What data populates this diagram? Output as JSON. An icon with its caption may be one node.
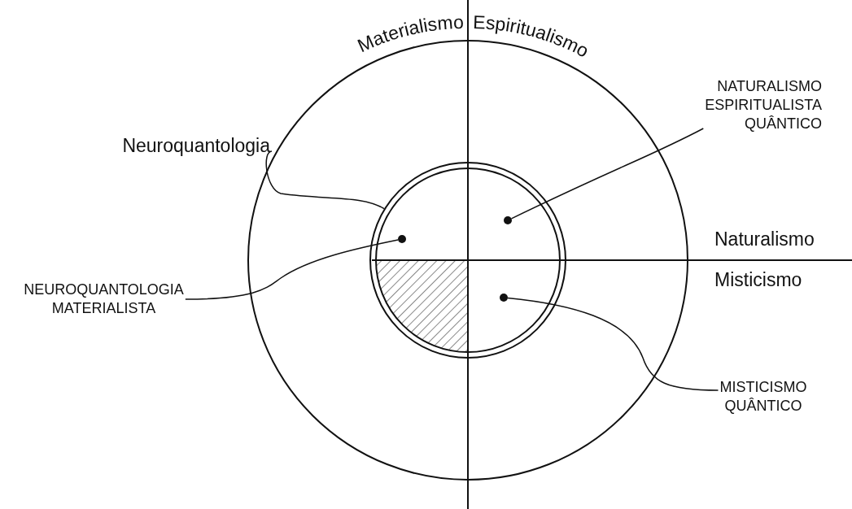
{
  "diagram": {
    "nodes": [
      {
        "text": [
          "Neuroquantologia"
        ]
      },
      {
        "text": [
          "NATURALISMO ESPIRITUALISTA QUÂNTICO"
        ]
      },
      {
        "text": [
          "NEUROQUANTOLOGIA MATERIALISTA"
        ]
      },
      {
        "text": [
          "MISTICISMO QUÂNTICO"
        ]
      },
      {
        "text": [],
        "shape": "circle"
      },
      {
        "text": [],
        "shape": "circle",
        "in": 4
      },
      {
        "text": [],
        "shape": "circle",
        "in": 4
      },
      {
        "text": [],
        "shape": "circle",
        "in": 4
      }
    ],
    "edges": [
      {
        "from": 0,
        "to": 4,
        "arrow": "none"
      },
      {
        "from": 1,
        "to": 6,
        "arrow": "none"
      },
      {
        "from": 2,
        "to": 5,
        "arrow": "none"
      },
      {
        "from": 3,
        "to": 7,
        "arrow": "none"
      }
    ],
    "labels": [
      "Materialismo",
      "Espiritualismo",
      "Naturalismo",
      "Misticismo"
    ]
  }
}
